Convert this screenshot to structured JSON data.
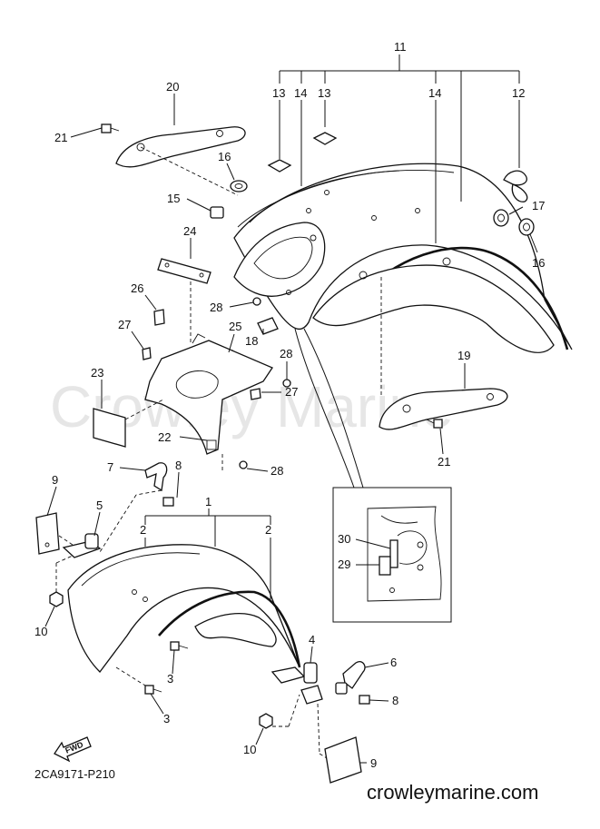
{
  "watermark": "Crowley Marine",
  "diagram_code": "2CA9171-P210",
  "website": "crowleymarine.com",
  "fwd_label": "FWD",
  "callouts": [
    {
      "id": "c1",
      "text": "1"
    },
    {
      "id": "c2a",
      "text": "2"
    },
    {
      "id": "c2b",
      "text": "2"
    },
    {
      "id": "c3a",
      "text": "3"
    },
    {
      "id": "c3b",
      "text": "3"
    },
    {
      "id": "c4",
      "text": "4"
    },
    {
      "id": "c5",
      "text": "5"
    },
    {
      "id": "c6",
      "text": "6"
    },
    {
      "id": "c7",
      "text": "7"
    },
    {
      "id": "c8a",
      "text": "8"
    },
    {
      "id": "c8b",
      "text": "8"
    },
    {
      "id": "c9a",
      "text": "9"
    },
    {
      "id": "c9b",
      "text": "9"
    },
    {
      "id": "c10a",
      "text": "10"
    },
    {
      "id": "c10b",
      "text": "10"
    },
    {
      "id": "c11",
      "text": "11"
    },
    {
      "id": "c12",
      "text": "12"
    },
    {
      "id": "c13a",
      "text": "13"
    },
    {
      "id": "c13b",
      "text": "13"
    },
    {
      "id": "c14a",
      "text": "14"
    },
    {
      "id": "c14b",
      "text": "14"
    },
    {
      "id": "c15",
      "text": "15"
    },
    {
      "id": "c16a",
      "text": "16"
    },
    {
      "id": "c16b",
      "text": "16"
    },
    {
      "id": "c17",
      "text": "17"
    },
    {
      "id": "c18",
      "text": "18"
    },
    {
      "id": "c19",
      "text": "19"
    },
    {
      "id": "c20",
      "text": "20"
    },
    {
      "id": "c21a",
      "text": "21"
    },
    {
      "id": "c21b",
      "text": "21"
    },
    {
      "id": "c22",
      "text": "22"
    },
    {
      "id": "c23",
      "text": "23"
    },
    {
      "id": "c24",
      "text": "24"
    },
    {
      "id": "c25",
      "text": "25"
    },
    {
      "id": "c26",
      "text": "26"
    },
    {
      "id": "c27a",
      "text": "27"
    },
    {
      "id": "c27b",
      "text": "27"
    },
    {
      "id": "c28a",
      "text": "28"
    },
    {
      "id": "c28b",
      "text": "28"
    },
    {
      "id": "c28c",
      "text": "28"
    },
    {
      "id": "c29",
      "text": "29"
    },
    {
      "id": "c30",
      "text": "30"
    }
  ]
}
